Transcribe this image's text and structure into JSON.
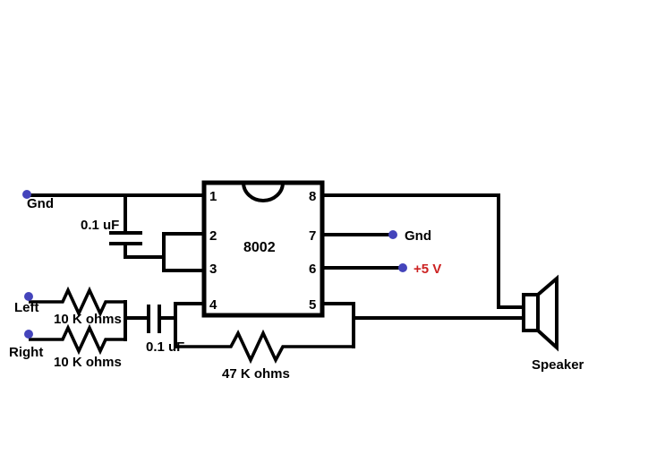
{
  "diagram": {
    "title": "8002 audio amplifier schematic",
    "background_color": "#ffffff",
    "wire_color": "#000000",
    "terminal_dot_color": "#4444bb",
    "supply_label_color": "#cc2222"
  },
  "ic": {
    "part_number": "8002",
    "package": "8-pin DIP",
    "pins": [
      {
        "number": "1",
        "side": "left"
      },
      {
        "number": "2",
        "side": "left"
      },
      {
        "number": "3",
        "side": "left"
      },
      {
        "number": "4",
        "side": "left"
      },
      {
        "number": "5",
        "side": "right"
      },
      {
        "number": "6",
        "side": "right"
      },
      {
        "number": "7",
        "side": "right"
      },
      {
        "number": "8",
        "side": "right"
      }
    ]
  },
  "terminals": [
    {
      "id": "gnd-left",
      "label": "Gnd",
      "color": "#000000"
    },
    {
      "id": "left-input",
      "label": "Left",
      "color": "#000000"
    },
    {
      "id": "right-input",
      "label": "Right",
      "color": "#000000"
    },
    {
      "id": "gnd-right",
      "label": "Gnd",
      "color": "#000000"
    },
    {
      "id": "vcc",
      "label": "+5 V",
      "color": "#cc2222"
    }
  ],
  "components": [
    {
      "id": "c-bypass",
      "type": "capacitor",
      "label": "0.1 uF"
    },
    {
      "id": "r-left",
      "type": "resistor",
      "label": "10 K ohms"
    },
    {
      "id": "r-right",
      "type": "resistor",
      "label": "10 K ohms"
    },
    {
      "id": "c-coupling",
      "type": "capacitor",
      "label": "0.1 uF"
    },
    {
      "id": "r-feedback",
      "type": "resistor",
      "label": "47 K ohms"
    },
    {
      "id": "speaker",
      "type": "speaker",
      "label": "Speaker"
    }
  ],
  "labels": {
    "gnd_top": "Gnd",
    "cap_bypass": "0.1 uF",
    "ic_name": "8002",
    "gnd_pin7": "Gnd",
    "vcc_pin6": "+5 V",
    "left_input": "Left",
    "right_input": "Right",
    "res_left": "10 K ohms",
    "res_right": "10 K ohms",
    "cap_coupling": "0.1 uF",
    "res_feedback": "47 K ohms",
    "speaker": "Speaker",
    "pin1": "1",
    "pin2": "2",
    "pin3": "3",
    "pin4": "4",
    "pin5": "5",
    "pin6": "6",
    "pin7": "7",
    "pin8": "8"
  }
}
